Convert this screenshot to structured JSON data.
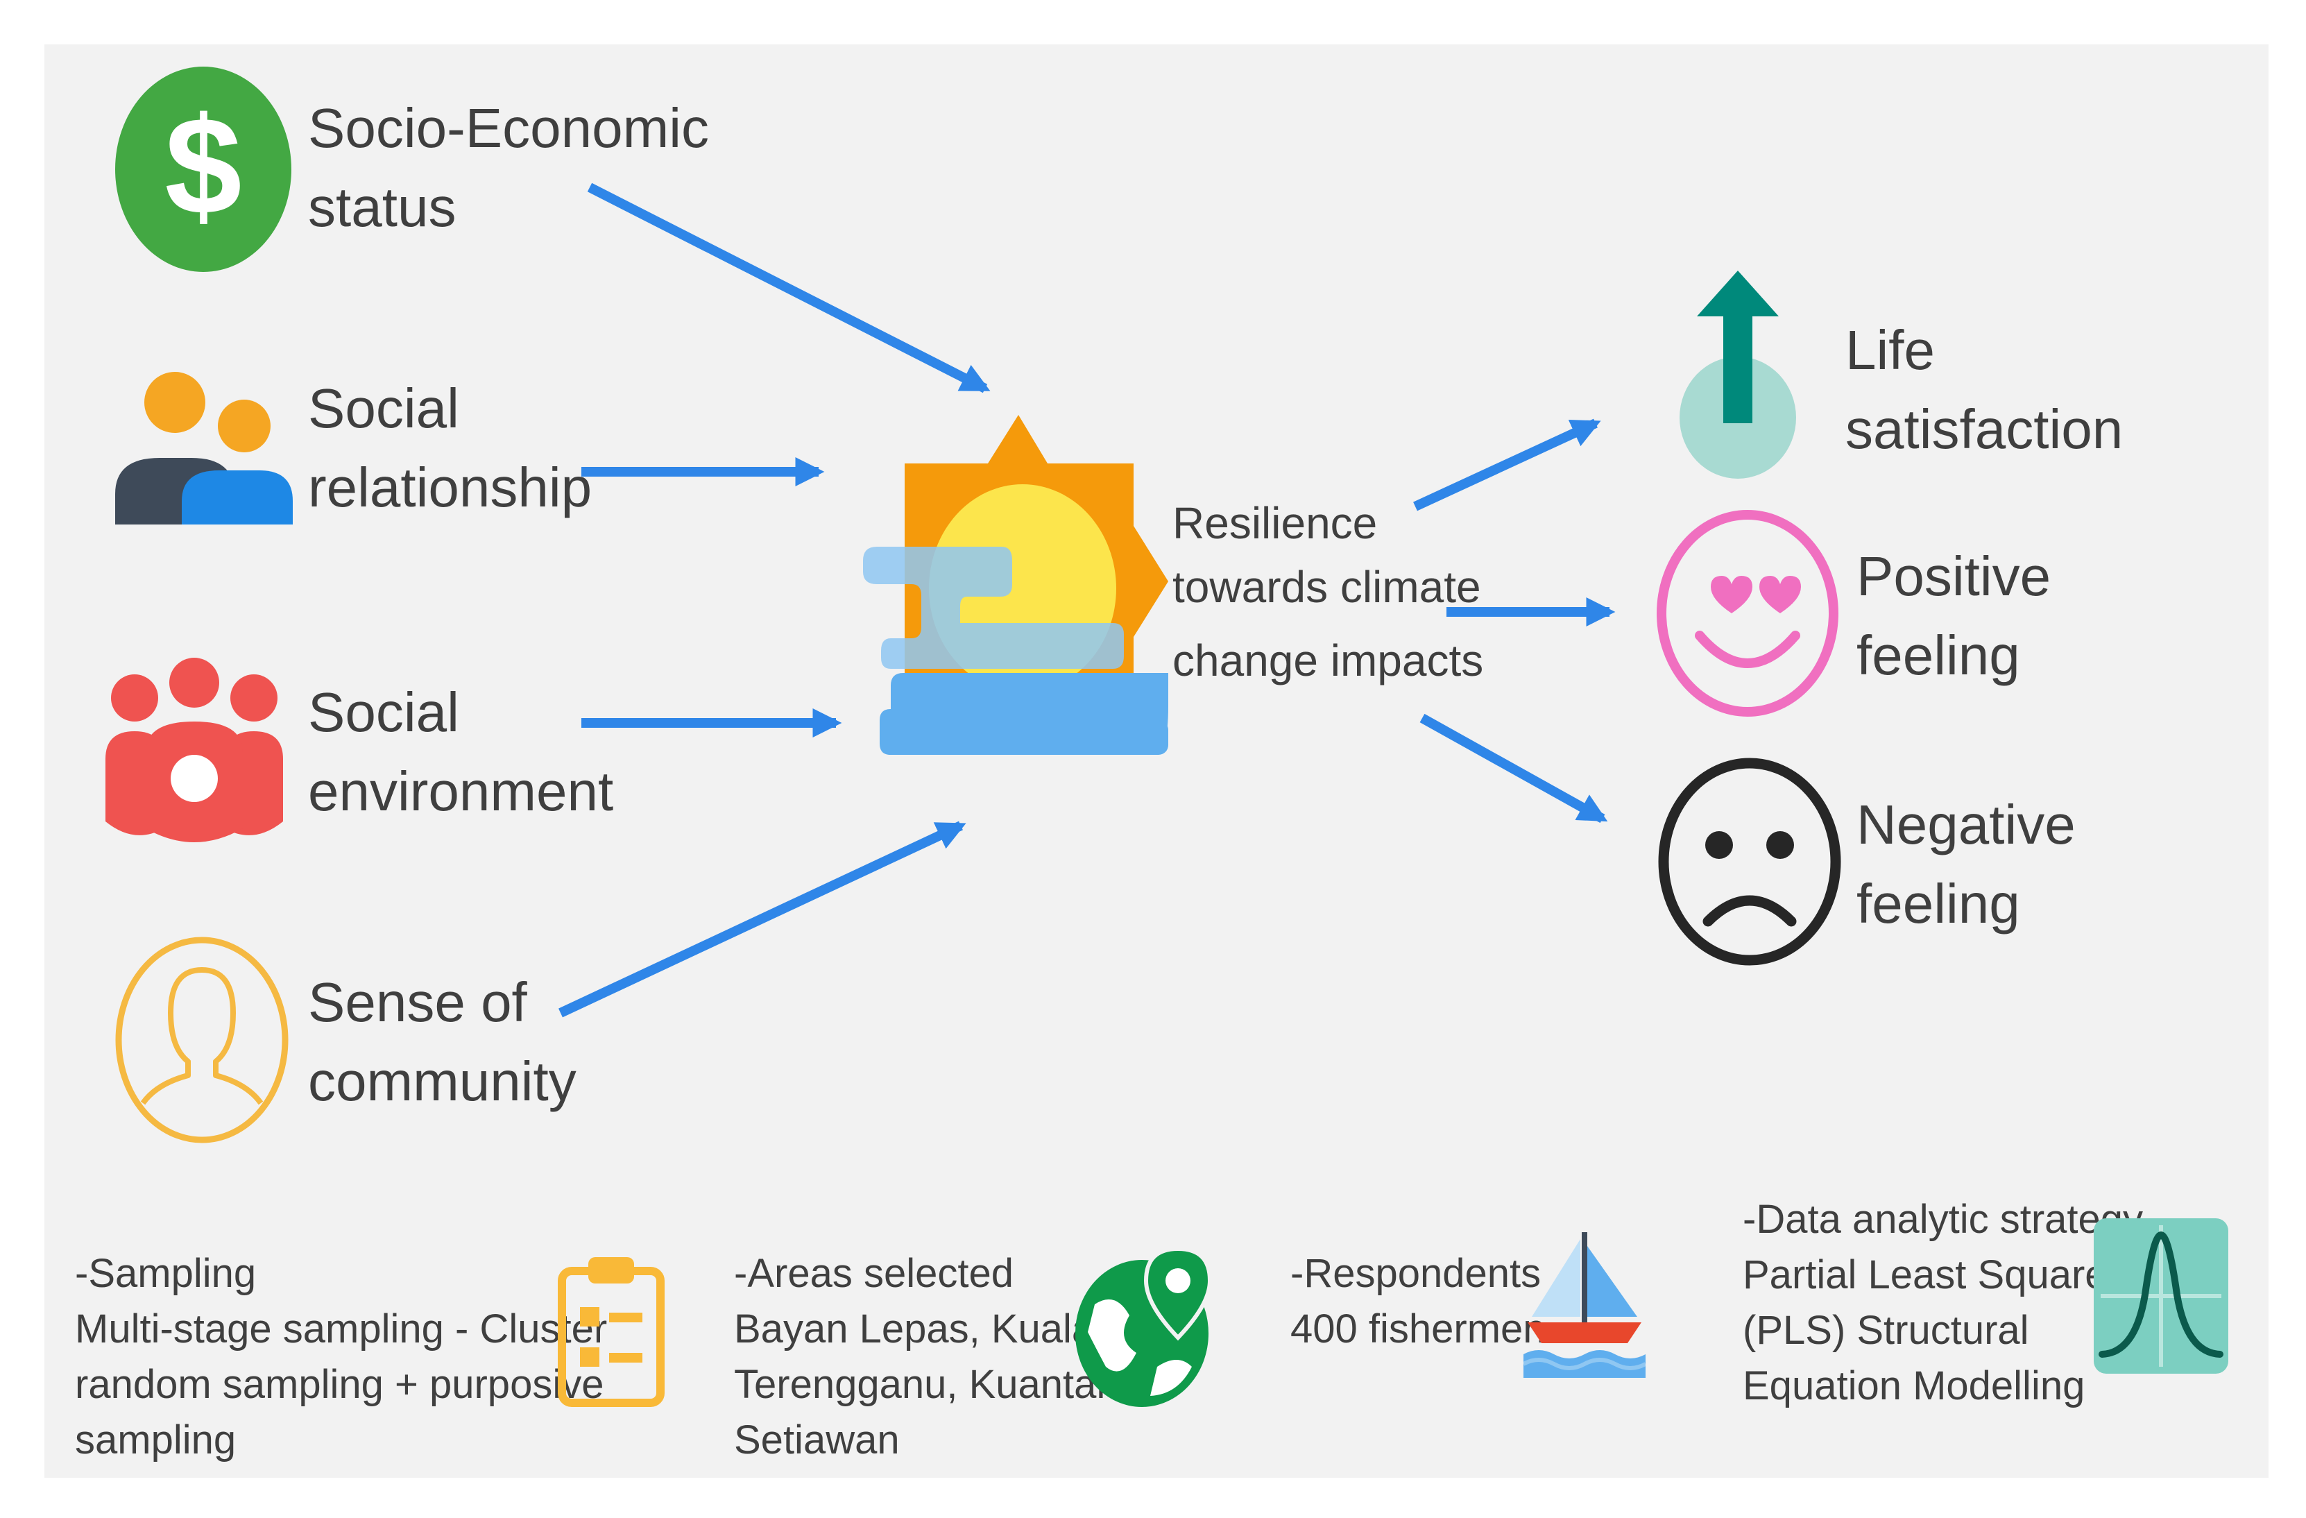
{
  "predictors": [
    {
      "line1": "Socio-Economic",
      "line2": "status",
      "icon": "dollar-icon",
      "color": "#43a843"
    },
    {
      "line1": "Social",
      "line2": "relationship",
      "icon": "people-icon",
      "color": "#f5a623"
    },
    {
      "line1": "Social",
      "line2": "environment",
      "icon": "group-icon",
      "color": "#ef5350"
    },
    {
      "line1": "Sense of",
      "line2": "community",
      "icon": "person-outline-icon",
      "color": "#f5b942"
    }
  ],
  "mediator": {
    "line1": "Resilience",
    "line2": "towards climate",
    "line3": "change impacts",
    "icon": "weather-sun-cloud-icon"
  },
  "outcomes": [
    {
      "line1": "Life",
      "line2": "satisfaction",
      "icon": "up-arrow-icon",
      "color": "#00897b"
    },
    {
      "line1": "Positive",
      "line2": "feeling",
      "icon": "heart-eyes-emoji-icon",
      "color": "#f06fc0"
    },
    {
      "line1": "Negative",
      "line2": "feeling",
      "icon": "sad-face-icon",
      "color": "#262626"
    }
  ],
  "methods": {
    "sampling": {
      "title": "-Sampling",
      "l1": "Multi-stage sampling - Cluster",
      "l2": "random sampling + purposive",
      "l3": "sampling",
      "icon": "clipboard-icon"
    },
    "areas": {
      "title": "-Areas selected",
      "l1": "Bayan Lepas, Kuala",
      "l2": "Terengganu, Kuantan,",
      "l3": "Setiawan",
      "icon": "globe-pin-icon"
    },
    "respondents": {
      "title": "-Respondents",
      "l1": "400 fishermen",
      "icon": "sailboat-icon"
    },
    "analysis": {
      "title": "-Data analytic strategy",
      "l1": "Partial Least Square",
      "l2": "(PLS) Structural",
      "l3": "Equation Modelling",
      "icon": "bell-curve-icon"
    }
  },
  "colors": {
    "arrow": "#2f86e8",
    "text": "#3f3f3f",
    "background": "#f2f2f2"
  }
}
